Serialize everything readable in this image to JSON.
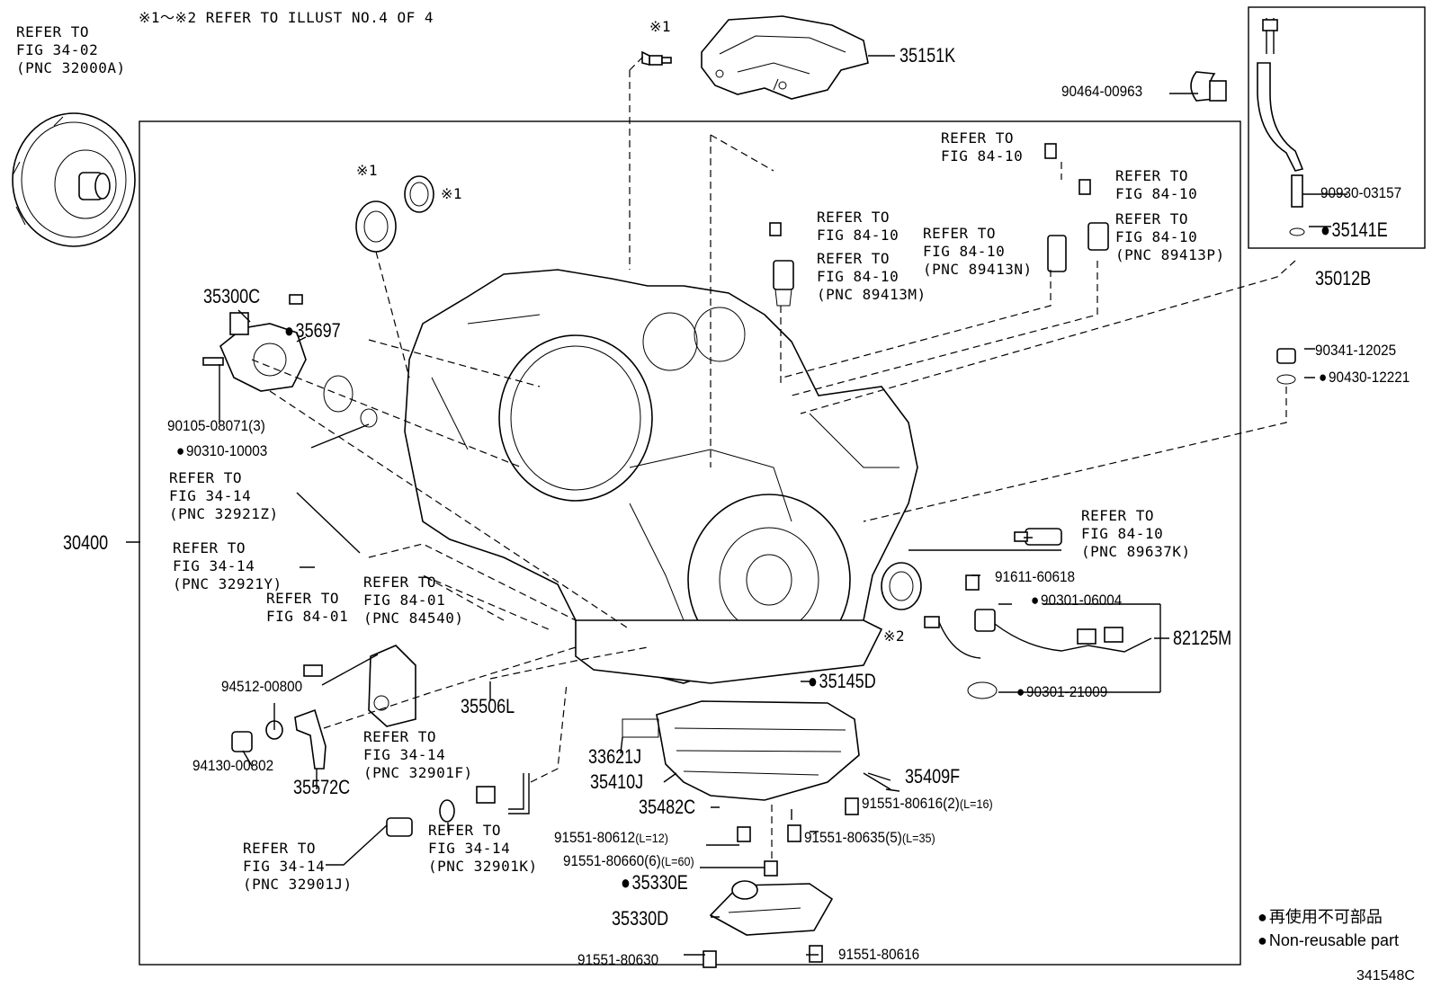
{
  "note_top": "※1～※2 REFER TO ILLUST NO.4 OF 4",
  "illust_number": "341548C",
  "legend": {
    "jp": "再使用不可部品",
    "en": "Non-reusable part"
  },
  "refs": {
    "r_32000a": "REFER TO\nFIG 34-02\n(PNC 32000A)",
    "r_8410_a": "REFER TO\nFIG 84-10",
    "r_8410_b": "REFER TO\nFIG 84-10",
    "r_8410_c": "REFER TO\nFIG 84-10",
    "r_89413m": "REFER TO\nFIG 84-10\n(PNC 89413M)",
    "r_89413n": "REFER TO\nFIG 84-10\n(PNC 89413N)",
    "r_89413p": "REFER TO\nFIG 84-10\n(PNC 89413P)",
    "r_32921z": "REFER TO\nFIG 34-14\n(PNC 32921Z)",
    "r_32921y": "REFER TO\nFIG 34-14\n(PNC 32921Y)",
    "r_8401": "REFER TO\nFIG 84-01",
    "r_84540": "REFER TO\nFIG 84-01\n(PNC 84540)",
    "r_89637k": "REFER TO\nFIG 84-10\n(PNC 89637K)",
    "r_32901f": "REFER TO\nFIG 34-14\n(PNC 32901F)",
    "r_32901k": "REFER TO\nFIG 34-14\n(PNC 32901K)",
    "r_32901j": "REFER TO\nFIG 34-14\n(PNC 32901J)"
  },
  "marks": {
    "m1_a": "※1",
    "m1_b": "※1",
    "m1_c": "※1",
    "m2": "※2"
  },
  "parts": {
    "p35151k": "35151K",
    "p90464": "90464-00963",
    "p90930": "90930-03157",
    "p35141e": "35141E",
    "p35012b": "35012B",
    "p35300c": "35300C",
    "p35697": "35697",
    "p90105": "90105-08071(3)",
    "p90310": "90310-10003",
    "p30400": "30400",
    "p90341": "90341-12025",
    "p90430": "90430-12221",
    "p91611": "91611-60618",
    "p90301a": "90301-06004",
    "p82125m": "82125M",
    "p90301b": "90301-21009",
    "p35145d": "35145D",
    "p94512": "94512-00800",
    "p35506l": "35506L",
    "p94130": "94130-00802",
    "p35572c": "35572C",
    "p33621j": "33621J",
    "p35410j": "35410J",
    "p35409f": "35409F",
    "p35482c": "35482C",
    "p91551_616_2": "91551-80616(2)",
    "l16": "(L=16)",
    "p91551_612": "91551-80612",
    "l12": "(L=12)",
    "p91551_635": "91551-80635(5)",
    "l35": "(L=35)",
    "p91551_660": "91551-80660(6)",
    "l60": "(L=60)",
    "p35330e": "35330E",
    "p35330d": "35330D",
    "p91551_616": "91551-80616",
    "p91551_630": "91551-80630"
  }
}
